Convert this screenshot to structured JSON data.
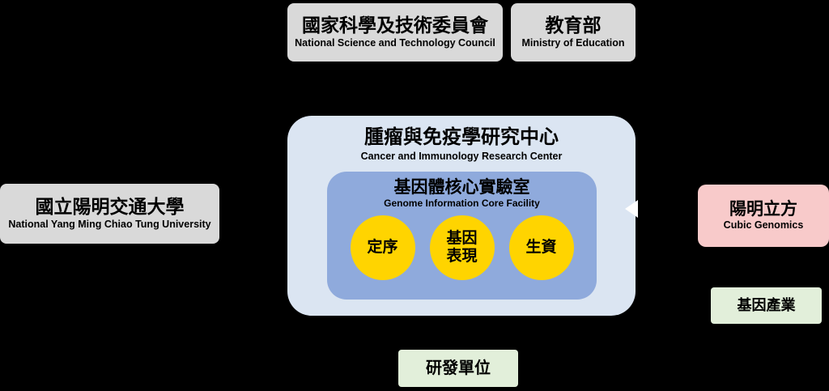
{
  "colors": {
    "background": "#000000",
    "gray_box": "#d9d9d9",
    "center_box_bg": "#dbe5f2",
    "core_box_bg": "#8faadc",
    "circle_yellow": "#ffd400",
    "pink_box": "#f8caca",
    "green_box": "#e2efda",
    "text": "#000000"
  },
  "top": {
    "nstc": {
      "title": "國家科學及技術委員會",
      "subtitle": "National Science and Technology Council"
    },
    "moe": {
      "title": "教育部",
      "subtitle": "Ministry of Education"
    }
  },
  "left": {
    "university": {
      "title": "國立陽明交通大學",
      "subtitle": "National Yang Ming Chiao Tung University"
    }
  },
  "center": {
    "title": "腫瘤與免疫學研究中心",
    "subtitle": "Cancer and Immunology Research Center",
    "core": {
      "title": "基因體核心實驗室",
      "subtitle": "Genome Information Core Facility",
      "circles": [
        {
          "label": "定序"
        },
        {
          "label": "基因\n表現"
        },
        {
          "label": "生資"
        }
      ]
    }
  },
  "right": {
    "cubic": {
      "title": "陽明立方",
      "subtitle": "Cubic Genomics"
    },
    "industry": {
      "title": "基因產業"
    }
  },
  "bottom": {
    "rd": {
      "title": "研發單位"
    }
  }
}
